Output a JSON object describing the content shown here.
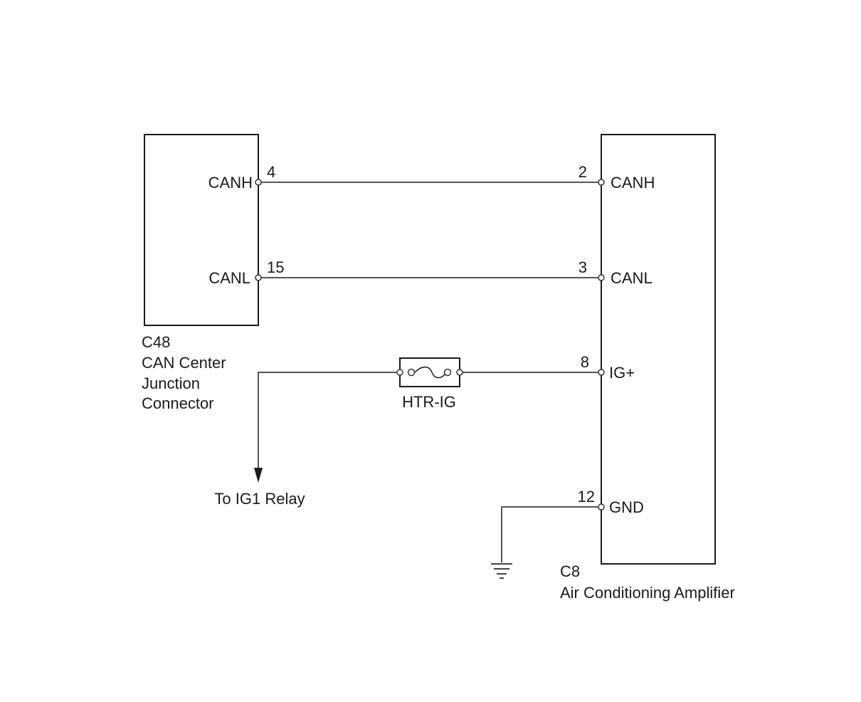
{
  "components": {
    "c48": {
      "code": "C48",
      "name_lines": [
        "CAN Center",
        "Junction",
        "Connector"
      ]
    },
    "c8": {
      "code": "C8",
      "name": "Air Conditioning Amplifier"
    }
  },
  "c48_pins": {
    "canh": {
      "label": "CANH",
      "number": "4"
    },
    "canl": {
      "label": "CANL",
      "number": "15"
    }
  },
  "c8_pins": {
    "canh": {
      "label": "CANH",
      "number": "2"
    },
    "canl": {
      "label": "CANL",
      "number": "3"
    },
    "ig": {
      "label": "IG+",
      "number": "8"
    },
    "gnd": {
      "label": "GND",
      "number": "12"
    }
  },
  "fuse": {
    "label": "HTR-IG"
  },
  "relay": {
    "label": "To IG1 Relay"
  },
  "colors": {
    "line": "#1a1a1a",
    "wire": "#555555",
    "background": "#ffffff"
  }
}
